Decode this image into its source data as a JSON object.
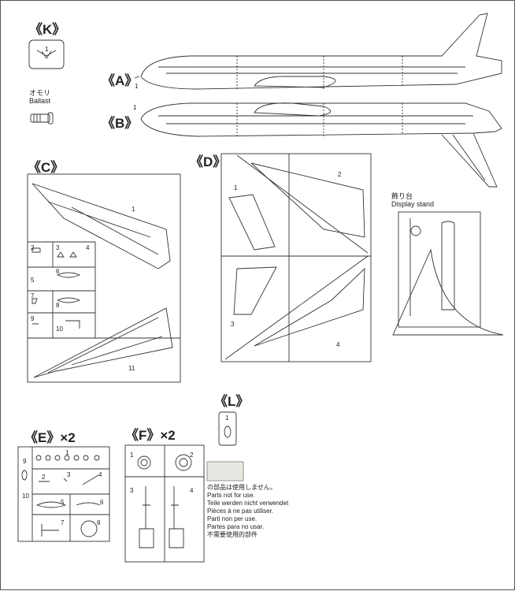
{
  "sections": {
    "K": "《K》",
    "A": "《A》",
    "B": "《B》",
    "C": "《C》",
    "D": "《D》",
    "L": "《L》",
    "E": "《E》×2",
    "F": "《F》×2"
  },
  "ballast": {
    "ja": "オモリ",
    "en": "Ballast"
  },
  "display_stand": {
    "ja": "飾り台",
    "en": "Display stand"
  },
  "not_used_notice": [
    "の部品は使用しません。",
    "Parts not for use.",
    "Teile werden nicht verwendet",
    "Pièces à ne pas utiliser.",
    "Parti non per use.",
    "Partes para no usar.",
    "不需要使用的部件"
  ],
  "part_numbers": {
    "K": [
      "1"
    ],
    "A": [
      "1"
    ],
    "B": [
      "1"
    ],
    "C": [
      "1",
      "2",
      "3",
      "4",
      "5",
      "6",
      "7",
      "8",
      "9",
      "10",
      "11"
    ],
    "D": [
      "1",
      "2",
      "3",
      "4"
    ],
    "L": [
      "1"
    ],
    "E": [
      "1",
      "2",
      "3",
      "4",
      "5",
      "6",
      "7",
      "8",
      "9",
      "10"
    ],
    "F": [
      "1",
      "2",
      "3",
      "4"
    ]
  },
  "icons": [
    "ballast-weight-icon",
    "fuselage-half-drawing",
    "wing-drawing",
    "landing-gear-drawing",
    "display-stand-drawing"
  ],
  "colors": {
    "line": "#333333",
    "not_used_swatch": "#e8e8e2"
  }
}
